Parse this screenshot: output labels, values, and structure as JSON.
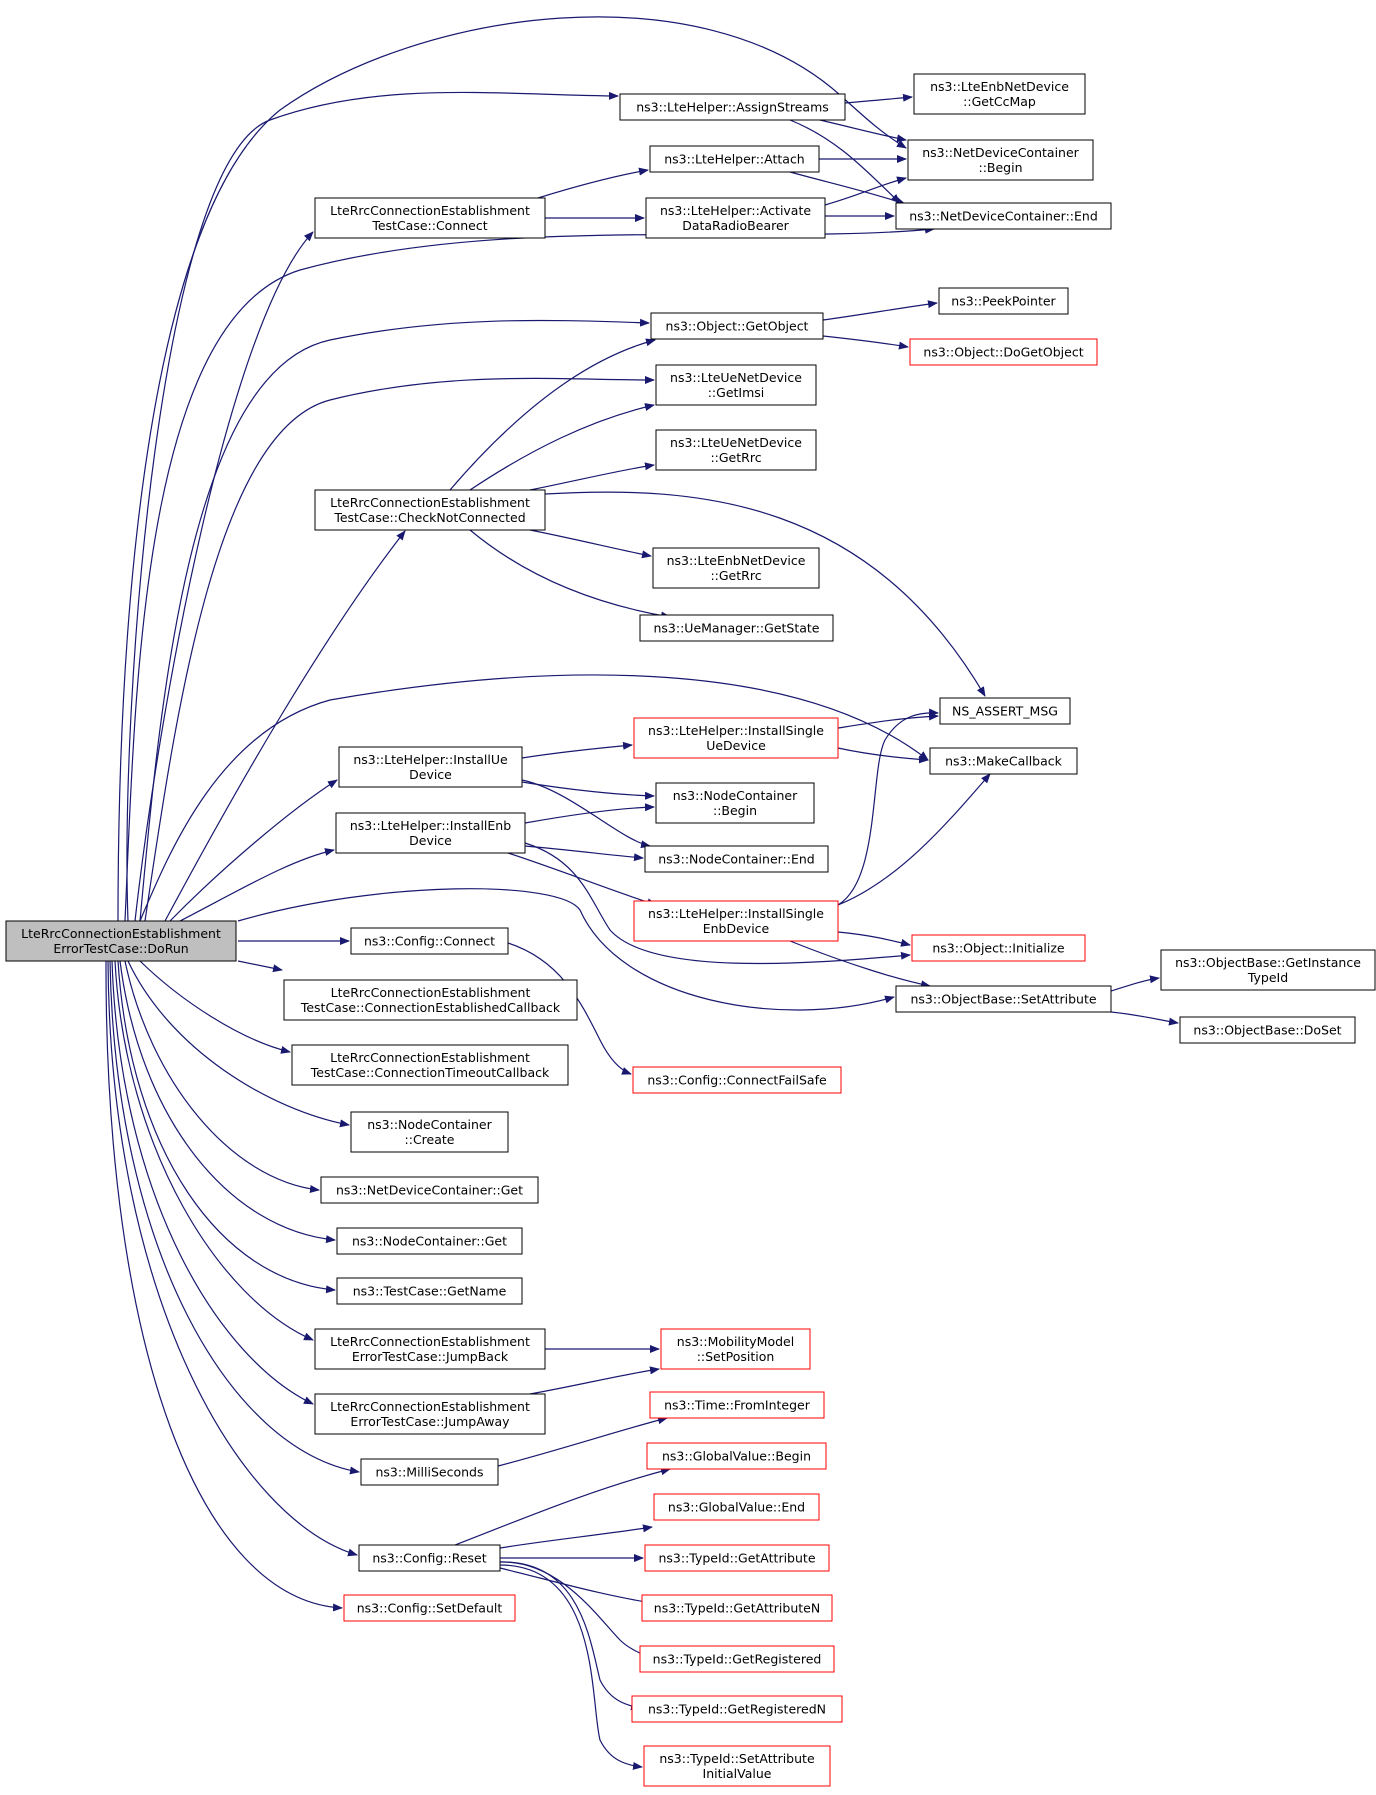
{
  "colors": {
    "edge": "#191970",
    "box_border": "#000000",
    "box_border_truncated": "#ff0000",
    "root_fill": "#bfbfbf",
    "box_fill": "#ffffff"
  },
  "nodes": [
    {
      "id": "root",
      "lines": [
        "LteRrcConnectionEstablishment",
        "ErrorTestCase::DoRun"
      ],
      "style": "root"
    },
    {
      "id": "ccmap",
      "lines": [
        "ns3::LteEnbNetDevice",
        "::GetCcMap"
      ],
      "style": "normal"
    },
    {
      "id": "assign",
      "lines": [
        "ns3::LteHelper::AssignStreams"
      ],
      "style": "normal"
    },
    {
      "id": "ndcbegin",
      "lines": [
        "ns3::NetDeviceContainer",
        "::Begin"
      ],
      "style": "normal"
    },
    {
      "id": "attach",
      "lines": [
        "ns3::LteHelper::Attach"
      ],
      "style": "normal"
    },
    {
      "id": "connect",
      "lines": [
        "LteRrcConnectionEstablishment",
        "TestCase::Connect"
      ],
      "style": "normal"
    },
    {
      "id": "activate",
      "lines": [
        "ns3::LteHelper::Activate",
        "DataRadioBearer"
      ],
      "style": "normal"
    },
    {
      "id": "ndcend",
      "lines": [
        "ns3::NetDeviceContainer::End"
      ],
      "style": "normal"
    },
    {
      "id": "peek",
      "lines": [
        "ns3::PeekPointer"
      ],
      "style": "normal"
    },
    {
      "id": "getobject",
      "lines": [
        "ns3::Object::GetObject"
      ],
      "style": "normal"
    },
    {
      "id": "dogetobject",
      "lines": [
        "ns3::Object::DoGetObject"
      ],
      "style": "truncated"
    },
    {
      "id": "getimsi",
      "lines": [
        "ns3::LteUeNetDevice",
        "::GetImsi"
      ],
      "style": "normal"
    },
    {
      "id": "uegetrrc",
      "lines": [
        "ns3::LteUeNetDevice",
        "::GetRrc"
      ],
      "style": "normal"
    },
    {
      "id": "checknot",
      "lines": [
        "LteRrcConnectionEstablishment",
        "TestCase::CheckNotConnected"
      ],
      "style": "normal"
    },
    {
      "id": "enbgetrrc",
      "lines": [
        "ns3::LteEnbNetDevice",
        "::GetRrc"
      ],
      "style": "normal"
    },
    {
      "id": "getstate",
      "lines": [
        "ns3::UeManager::GetState"
      ],
      "style": "normal"
    },
    {
      "id": "assert",
      "lines": [
        "NS_ASSERT_MSG"
      ],
      "style": "normal"
    },
    {
      "id": "installsingleue",
      "lines": [
        "ns3::LteHelper::InstallSingle",
        "UeDevice"
      ],
      "style": "truncated"
    },
    {
      "id": "installue",
      "lines": [
        "ns3::LteHelper::InstallUe",
        "Device"
      ],
      "style": "normal"
    },
    {
      "id": "makecallback",
      "lines": [
        "ns3::MakeCallback"
      ],
      "style": "normal"
    },
    {
      "id": "ncbegin",
      "lines": [
        "ns3::NodeContainer",
        "::Begin"
      ],
      "style": "normal"
    },
    {
      "id": "installenb",
      "lines": [
        "ns3::LteHelper::InstallEnb",
        "Device"
      ],
      "style": "normal"
    },
    {
      "id": "ncend",
      "lines": [
        "ns3::NodeContainer::End"
      ],
      "style": "normal"
    },
    {
      "id": "installsingleenb",
      "lines": [
        "ns3::LteHelper::InstallSingle",
        "EnbDevice"
      ],
      "style": "truncated"
    },
    {
      "id": "initialize",
      "lines": [
        "ns3::Object::Initialize"
      ],
      "style": "truncated"
    },
    {
      "id": "gettypeid",
      "lines": [
        "ns3::ObjectBase::GetInstance",
        "TypeId"
      ],
      "style": "normal"
    },
    {
      "id": "configconnect",
      "lines": [
        "ns3::Config::Connect"
      ],
      "style": "normal"
    },
    {
      "id": "setattribute",
      "lines": [
        "ns3::ObjectBase::SetAttribute"
      ],
      "style": "normal"
    },
    {
      "id": "doset",
      "lines": [
        "ns3::ObjectBase::DoSet"
      ],
      "style": "normal"
    },
    {
      "id": "estcb",
      "lines": [
        "LteRrcConnectionEstablishment",
        "TestCase::ConnectionEstablishedCallback"
      ],
      "style": "normal"
    },
    {
      "id": "timeoutcb",
      "lines": [
        "LteRrcConnectionEstablishment",
        "TestCase::ConnectionTimeoutCallback"
      ],
      "style": "normal"
    },
    {
      "id": "failsafe",
      "lines": [
        "ns3::Config::ConnectFailSafe"
      ],
      "style": "truncated"
    },
    {
      "id": "nccreate",
      "lines": [
        "ns3::NodeContainer",
        "::Create"
      ],
      "style": "normal"
    },
    {
      "id": "ndcget",
      "lines": [
        "ns3::NetDeviceContainer::Get"
      ],
      "style": "normal"
    },
    {
      "id": "ncget",
      "lines": [
        "ns3::NodeContainer::Get"
      ],
      "style": "normal"
    },
    {
      "id": "getname",
      "lines": [
        "ns3::TestCase::GetName"
      ],
      "style": "normal"
    },
    {
      "id": "jumpback",
      "lines": [
        "LteRrcConnectionEstablishment",
        "ErrorTestCase::JumpBack"
      ],
      "style": "normal"
    },
    {
      "id": "setposition",
      "lines": [
        "ns3::MobilityModel",
        "::SetPosition"
      ],
      "style": "truncated"
    },
    {
      "id": "jumpaway",
      "lines": [
        "LteRrcConnectionEstablishment",
        "ErrorTestCase::JumpAway"
      ],
      "style": "normal"
    },
    {
      "id": "frominteger",
      "lines": [
        "ns3::Time::FromInteger"
      ],
      "style": "truncated"
    },
    {
      "id": "milliseconds",
      "lines": [
        "ns3::MilliSeconds"
      ],
      "style": "normal"
    },
    {
      "id": "gvbegin",
      "lines": [
        "ns3::GlobalValue::Begin"
      ],
      "style": "truncated"
    },
    {
      "id": "gvend",
      "lines": [
        "ns3::GlobalValue::End"
      ],
      "style": "truncated"
    },
    {
      "id": "configreset",
      "lines": [
        "ns3::Config::Reset"
      ],
      "style": "normal"
    },
    {
      "id": "getattribute",
      "lines": [
        "ns3::TypeId::GetAttribute"
      ],
      "style": "truncated"
    },
    {
      "id": "getattributen",
      "lines": [
        "ns3::TypeId::GetAttributeN"
      ],
      "style": "truncated"
    },
    {
      "id": "setdefault",
      "lines": [
        "ns3::Config::SetDefault"
      ],
      "style": "truncated"
    },
    {
      "id": "getregistered",
      "lines": [
        "ns3::TypeId::GetRegistered"
      ],
      "style": "truncated"
    },
    {
      "id": "getregisteredn",
      "lines": [
        "ns3::TypeId::GetRegisteredN"
      ],
      "style": "truncated"
    },
    {
      "id": "setattrinit",
      "lines": [
        "ns3::TypeId::SetAttribute",
        "InitialValue"
      ],
      "style": "truncated"
    }
  ]
}
